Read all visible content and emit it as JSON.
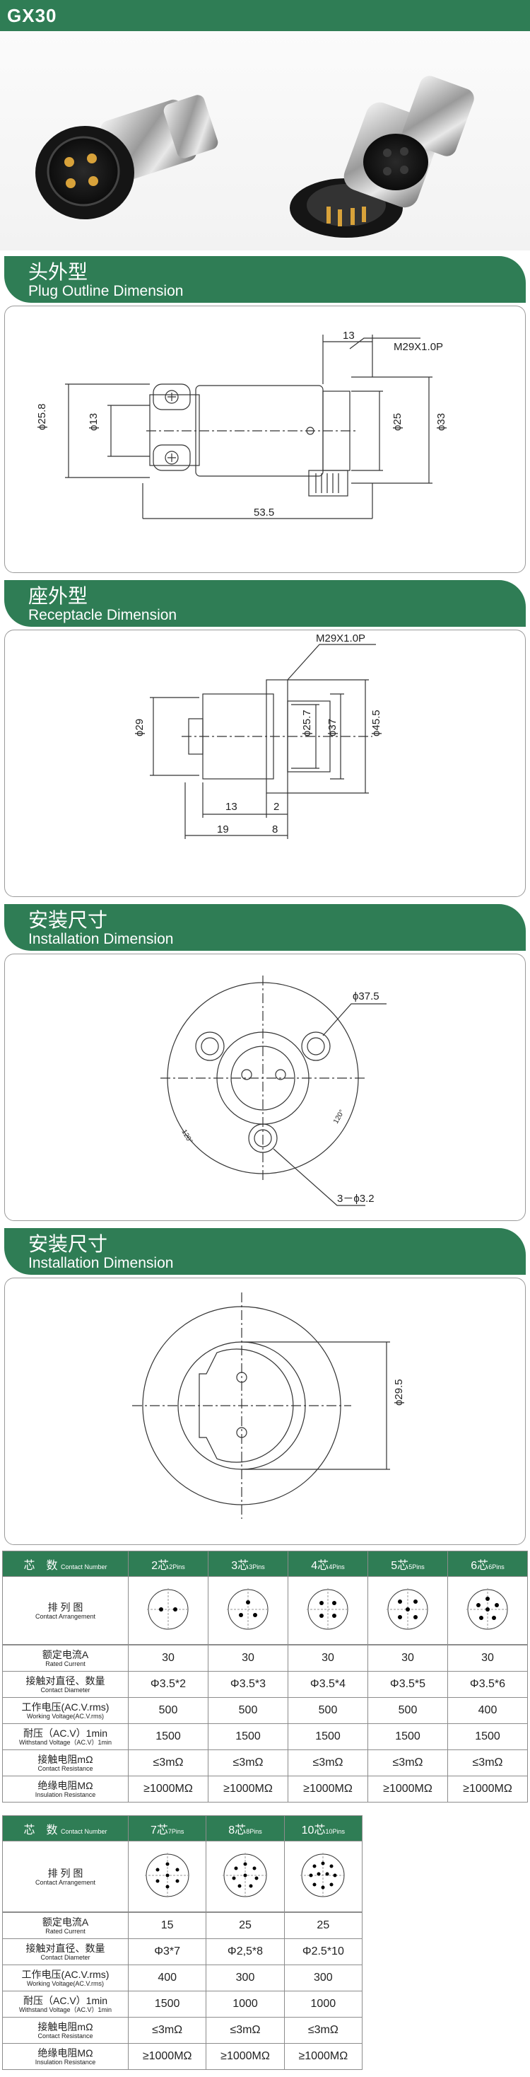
{
  "title": "GX30",
  "sections": [
    {
      "cn": "头外型",
      "en": "Plug Outline Dimension"
    },
    {
      "cn": "座外型",
      "en": "Receptacle Dimension"
    },
    {
      "cn": "安装尺寸",
      "en": "Installation Dimension"
    },
    {
      "cn": "安装尺寸",
      "en": "Installation Dimension"
    }
  ],
  "plug": {
    "thread": "M29X1.0P",
    "d_13_top": "13",
    "d_258": "ϕ25.8",
    "d_13": "ϕ13",
    "d_25": "ϕ25",
    "d_33": "ϕ33",
    "len": "53.5"
  },
  "receptacle": {
    "thread": "M29X1.0P",
    "d_29": "ϕ29",
    "d_257": "ϕ25.7",
    "d_37": "ϕ37",
    "d_455": "ϕ45.5",
    "w13": "13",
    "w2": "2",
    "w19": "19",
    "w8": "8"
  },
  "install1": {
    "d_375": "ϕ37.5",
    "holes": "3－ϕ3.2",
    "ang1": "120°",
    "ang2": "120°"
  },
  "install2": {
    "d_295": "ϕ29.5"
  },
  "table1": {
    "head_cn": "芯　数",
    "head_en": "Contact Number",
    "cols": [
      {
        "cn": "2芯",
        "en": "2Pins"
      },
      {
        "cn": "3芯",
        "en": "3Pins"
      },
      {
        "cn": "4芯",
        "en": "4Pins"
      },
      {
        "cn": "5芯",
        "en": "5Pins"
      },
      {
        "cn": "6芯",
        "en": "6Pins"
      }
    ],
    "arr_cn": "排 列 图",
    "arr_en": "Contact Arrangement",
    "rows": [
      {
        "cn": "额定电流A",
        "en": "Rated Current",
        "vals": [
          "30",
          "30",
          "30",
          "30",
          "30"
        ]
      },
      {
        "cn": "接触对直径、数量",
        "en": "Contact Diameter",
        "vals": [
          "Φ3.5*2",
          "Φ3.5*3",
          "Φ3.5*4",
          "Φ3.5*5",
          "Φ3.5*6"
        ]
      },
      {
        "cn": "工作电压(AC.V.rms)",
        "en": "Working Voltage(AC.V.rms)",
        "vals": [
          "500",
          "500",
          "500",
          "500",
          "400"
        ]
      },
      {
        "cn": "耐压（AC.V）1min",
        "en": "Withstand Voltage（AC.V）1min",
        "vals": [
          "1500",
          "1500",
          "1500",
          "1500",
          "1500"
        ]
      },
      {
        "cn": "接触电阻mΩ",
        "en": "Contact Resistance",
        "vals": [
          "≤3mΩ",
          "≤3mΩ",
          "≤3mΩ",
          "≤3mΩ",
          "≤3mΩ"
        ]
      },
      {
        "cn": "绝缘电阻MΩ",
        "en": "Insulation Resistance",
        "vals": [
          "≥1000MΩ",
          "≥1000MΩ",
          "≥1000MΩ",
          "≥1000MΩ",
          "≥1000MΩ"
        ]
      }
    ]
  },
  "table2": {
    "head_cn": "芯　数",
    "head_en": "Contact Number",
    "cols": [
      {
        "cn": "7芯",
        "en": "7Pins"
      },
      {
        "cn": "8芯",
        "en": "8Pins"
      },
      {
        "cn": "10芯",
        "en": "10Pins"
      }
    ],
    "arr_cn": "排 列 图",
    "arr_en": "Contact Arrangement",
    "rows": [
      {
        "cn": "额定电流A",
        "en": "Rated Current",
        "vals": [
          "15",
          "25",
          "25"
        ]
      },
      {
        "cn": "接触对直径、数量",
        "en": "Contact Diameter",
        "vals": [
          "Φ3*7",
          "Φ2,5*8",
          "Φ2.5*10"
        ]
      },
      {
        "cn": "工作电压(AC.V.rms)",
        "en": "Working Voltage(AC.V.rms)",
        "vals": [
          "400",
          "300",
          "300"
        ]
      },
      {
        "cn": "耐压（AC.V）1min",
        "en": "Withstand Voltage（AC.V）1min",
        "vals": [
          "1500",
          "1000",
          "1000"
        ]
      },
      {
        "cn": "接触电阻mΩ",
        "en": "Contact Resistance",
        "vals": [
          "≤3mΩ",
          "≤3mΩ",
          "≤3mΩ"
        ]
      },
      {
        "cn": "绝缘电阻MΩ",
        "en": "Insulation Resistance",
        "vals": [
          "≥1000MΩ",
          "≥1000MΩ",
          "≥1000MΩ"
        ]
      }
    ]
  }
}
